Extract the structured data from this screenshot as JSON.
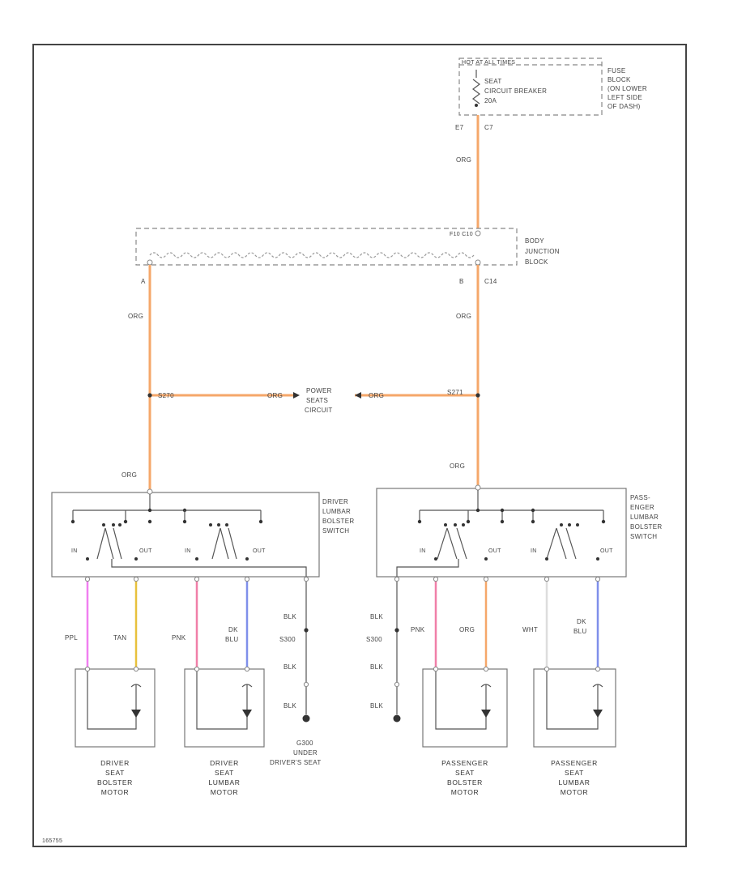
{
  "colors": {
    "orange": "#F5A76A",
    "purple": "#F07FF0",
    "tan": "#E8C13C",
    "pink": "#F07FA8",
    "dark_blue": "#7F8FEA",
    "white": "#DDDDDD",
    "black": "#444444"
  },
  "fuse_block": {
    "header": "HOT AT ALL TIMES",
    "breaker_label": [
      "SEAT",
      "CIRCUIT BREAKER",
      "20A"
    ],
    "side_label": [
      "FUSE",
      "BLOCK",
      "(ON LOWER",
      "LEFT SIDE",
      "OF DASH)"
    ],
    "pin_left": "E7",
    "pin_right": "C7"
  },
  "body_junction": {
    "label": [
      "BODY",
      "JUNCTION",
      "BLOCK"
    ],
    "top_pin": "F10 C10",
    "pin_a": "A",
    "pin_b": "B",
    "pin_c": "C14"
  },
  "power_seats": {
    "label": [
      "POWER",
      "SEATS",
      "CIRCUIT"
    ],
    "splice_left": "S270",
    "splice_right": "S271"
  },
  "wire_labels": {
    "org": "ORG",
    "ppl": "PPL",
    "tan": "TAN",
    "pnk": "PNK",
    "dk_blu": [
      "DK",
      "BLU"
    ],
    "blk": "BLK",
    "wht": "WHT",
    "splice_ground": "S300"
  },
  "driver_switch": {
    "label": [
      "DRIVER",
      "LUMBAR",
      "BOLSTER",
      "SWITCH"
    ],
    "in": "IN",
    "out": "OUT"
  },
  "passenger_switch": {
    "label": [
      "PASS-",
      "ENGER",
      "LUMBAR",
      "BOLSTER",
      "SWITCH"
    ],
    "in": "IN",
    "out": "OUT"
  },
  "ground": {
    "label": [
      "G300",
      "UNDER",
      "DRIVER'S SEAT"
    ]
  },
  "motors": [
    {
      "label": [
        "DRIVER",
        "SEAT",
        "BOLSTER",
        "MOTOR"
      ]
    },
    {
      "label": [
        "DRIVER",
        "SEAT",
        "LUMBAR",
        "MOTOR"
      ]
    },
    {
      "label": [
        "PASSENGER",
        "SEAT",
        "BOLSTER",
        "MOTOR"
      ]
    },
    {
      "label": [
        "PASSENGER",
        "SEAT",
        "LUMBAR",
        "MOTOR"
      ]
    }
  ],
  "footer_code": "165755"
}
